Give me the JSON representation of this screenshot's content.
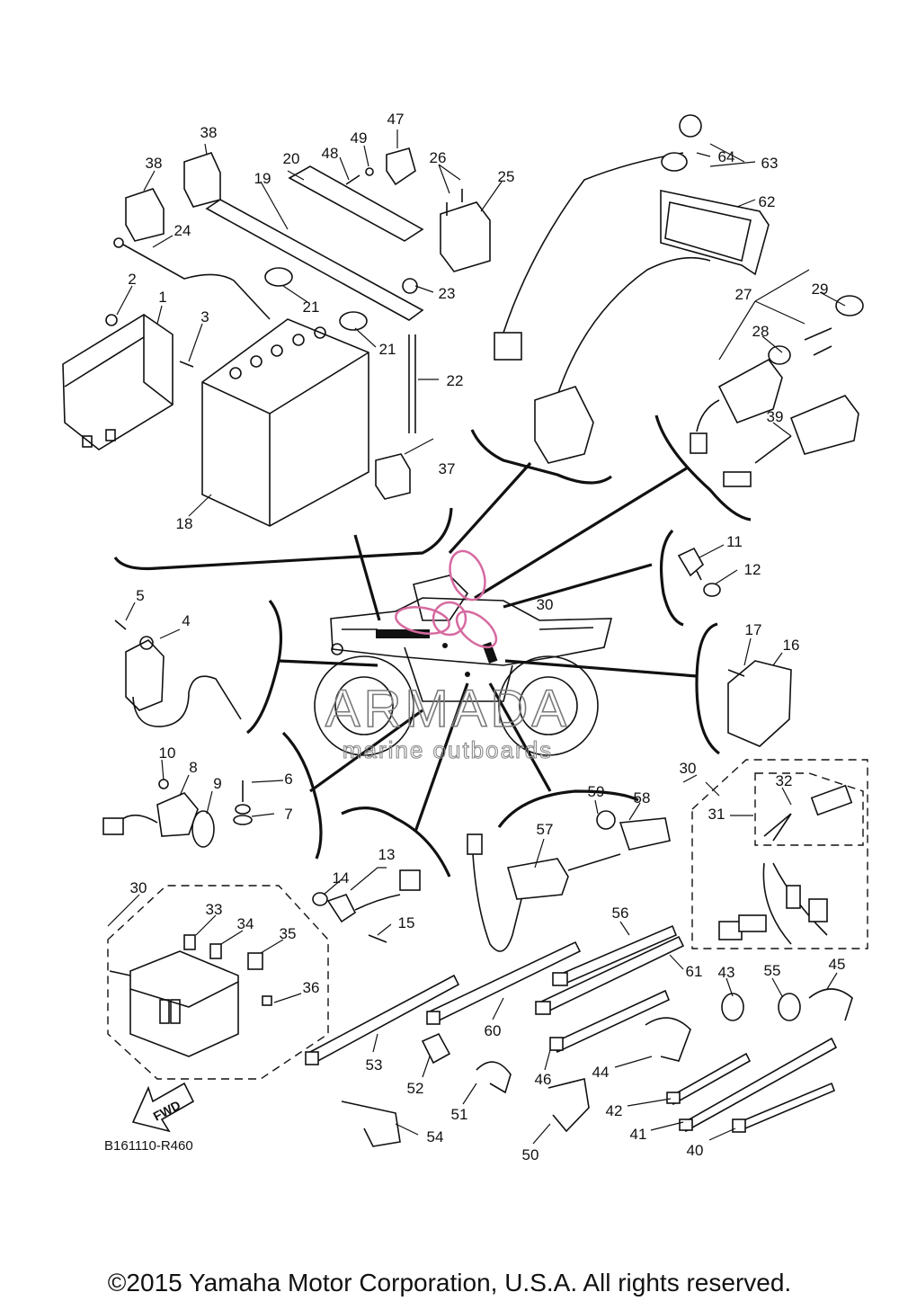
{
  "diagram": {
    "ref_code": "B161110-R460",
    "fwd_label": "FWD",
    "watermark": {
      "brand": "ARMADA",
      "tagline": "marine outboards"
    },
    "copyright": "©2015 Yamaha Motor Corporation, U.S.A. All rights reserved.",
    "callouts": {
      "c1": "1",
      "c2": "2",
      "c3": "3",
      "c4": "4",
      "c5": "5",
      "c6": "6",
      "c7": "7",
      "c8": "8",
      "c9": "9",
      "c10": "10",
      "c11": "11",
      "c12": "12",
      "c13": "13",
      "c14": "14",
      "c15": "15",
      "c16": "16",
      "c17": "17",
      "c18": "18",
      "c19": "19",
      "c20": "20",
      "c21a": "21",
      "c21b": "21",
      "c22": "22",
      "c23": "23",
      "c24": "24",
      "c25": "25",
      "c26": "26",
      "c27": "27",
      "c28": "28",
      "c29": "29",
      "c30a": "30",
      "c30b": "30",
      "c30c": "30",
      "c31": "31",
      "c32": "32",
      "c33": "33",
      "c34": "34",
      "c35": "35",
      "c36": "36",
      "c37": "37",
      "c38a": "38",
      "c38b": "38",
      "c39": "39",
      "c40": "40",
      "c41": "41",
      "c42": "42",
      "c43": "43",
      "c44": "44",
      "c45": "45",
      "c46": "46",
      "c47": "47",
      "c48": "48",
      "c49": "49",
      "c50": "50",
      "c51": "51",
      "c52": "52",
      "c53": "53",
      "c54": "54",
      "c55": "55",
      "c56": "56",
      "c57": "57",
      "c58": "58",
      "c59": "59",
      "c60": "60",
      "c61": "61",
      "c62": "62",
      "c63": "63",
      "c64": "64"
    }
  }
}
